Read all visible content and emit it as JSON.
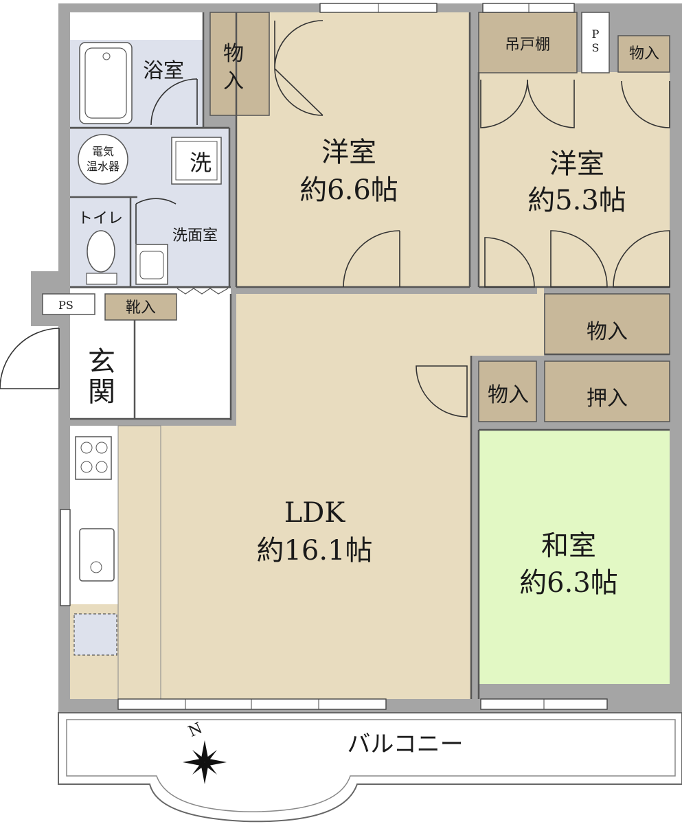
{
  "colors": {
    "wall": "#a5a5a5",
    "wood_floor": "#e8dcbf",
    "storage": "#c8b89a",
    "wet_area": "#dde1ec",
    "tatami": "#e2f8c4",
    "white": "#ffffff"
  },
  "rooms": {
    "western1": {
      "name": "洋室",
      "size": "約6.6帖"
    },
    "western2": {
      "name": "洋室",
      "size": "約5.3帖"
    },
    "ldk": {
      "name": "LDK",
      "size": "約16.1帖"
    },
    "japanese": {
      "name": "和室",
      "size": "約6.3帖"
    },
    "bath": {
      "name": "浴室"
    },
    "washroom": {
      "name": "洗面室"
    },
    "toilet": {
      "name": "トイレ"
    },
    "entrance": {
      "name": "玄関"
    }
  },
  "storage": {
    "closet_top_left_line1": "物",
    "closet_top_left_line2": "入",
    "hanging_shelf": "吊戸棚",
    "ps_top_line1": "P",
    "ps_top_line2": "S",
    "closet_top_right": "物入",
    "closet_mid_right": "物入",
    "closet_small": "物入",
    "oshiire": "押入",
    "shoe_closet": "靴入",
    "ps_entrance": "PS"
  },
  "fixtures": {
    "washer": "洗",
    "water_heater_line1": "電気",
    "water_heater_line2": "温水器"
  },
  "balcony": {
    "label": "バルコニー"
  },
  "compass": {
    "north": "N"
  }
}
